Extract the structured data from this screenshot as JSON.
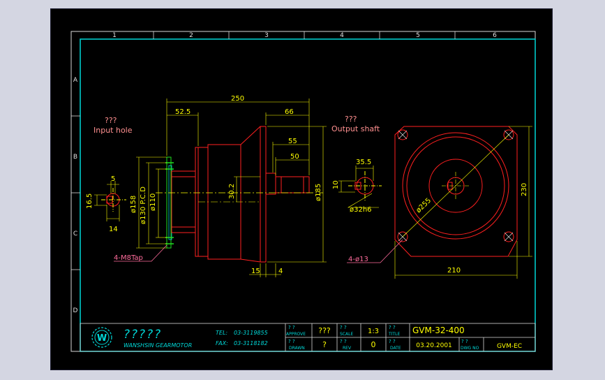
{
  "grid": {
    "columns": [
      "1",
      "2",
      "3",
      "4",
      "5",
      "6"
    ],
    "rows": [
      "A",
      "B",
      "C",
      "D"
    ]
  },
  "colors": {
    "background": "#000000",
    "border": "#d8d8d8",
    "cyan": "#00d8d8",
    "red": "#ff2020",
    "yellow": "#ffff00",
    "green": "#20e020",
    "label_pink": "#ff9090",
    "pink": "#ff6c9c"
  },
  "labels": {
    "input_q": "???",
    "input_hole": "Input hole",
    "output_q": "???",
    "output_shaft": "Output shaft",
    "tap_callout": "4-M8Tap",
    "hole_callout": "4-ø13"
  },
  "dims": {
    "d250": "250",
    "d52_5": "52.5",
    "d66": "66",
    "d55": "55",
    "d50": "50",
    "d30_2": "30.2",
    "d185": "ø185",
    "d158": "ø158",
    "d130": "ø130 P.C.D",
    "d110": "ø110",
    "d15": "15",
    "d4": "4",
    "in5": "5",
    "in16_5": "16.5",
    "in14": "14",
    "out35_5": "35.5",
    "out10": "10",
    "out32": "ø32h6",
    "d255": "ø255",
    "d230": "230",
    "d210": "210"
  },
  "title_block": {
    "logo_letter": "W",
    "company_cn": "?????",
    "company_en": "WANSHSIN GEARMOTOR",
    "tel_label": "TEL:",
    "tel": "03-3119855",
    "fax_label": "FAX:",
    "fax": "03-3118182",
    "approve_q": "? ?",
    "approve_label": "APPROVE",
    "approve_value": "???",
    "drawn_q": "? ?",
    "drawn_label": "DRAWN",
    "drawn_value": "?",
    "scale_q": "? ?",
    "scale_label": "SCALE",
    "scale_value": "1:3",
    "rev_q": "? ?",
    "rev_label": "REV",
    "rev_value": "0",
    "title_q": "? ?",
    "title_label": "TITLE",
    "title_value": "GVM-32-400",
    "date_q": "? ?",
    "date_label": "DATE",
    "date_value": "03.20.2001",
    "dwg_q": "? ?",
    "dwg_label": "DWG NO",
    "dwg_value": "GVM-EC"
  }
}
